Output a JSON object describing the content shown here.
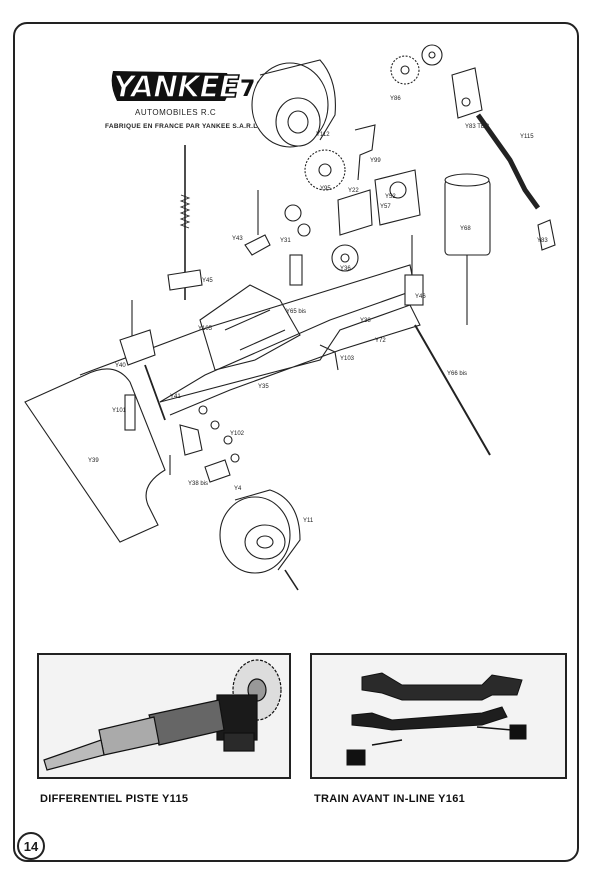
{
  "brand": {
    "logo_word": "YANKEE",
    "year": "79",
    "subtitle": "AUTOMOBILES R.C",
    "caption": "FABRIQUE EN FRANCE PAR YANKEE S.A.R.L"
  },
  "diagram": {
    "labels": [
      "Y112",
      "Y99",
      "Y95",
      "Y86",
      "Y83 TER",
      "Y115",
      "Y68",
      "Y83",
      "Y36",
      "Y57",
      "Y52",
      "Y43",
      "Y31",
      "Y46",
      "Y45",
      "Y65 bis",
      "Y72",
      "Y22",
      "Y35",
      "Y38",
      "Y66 bis",
      "Y101",
      "Y103",
      "Y102",
      "Y40",
      "Y41",
      "Y39",
      "Y38 bis",
      "Y4",
      "Y11",
      "Y105"
    ]
  },
  "photos": {
    "left_caption": "DIFFERENTIEL PISTE Y115",
    "right_caption": "TRAIN AVANT IN-LINE Y161"
  },
  "page_number": "14"
}
